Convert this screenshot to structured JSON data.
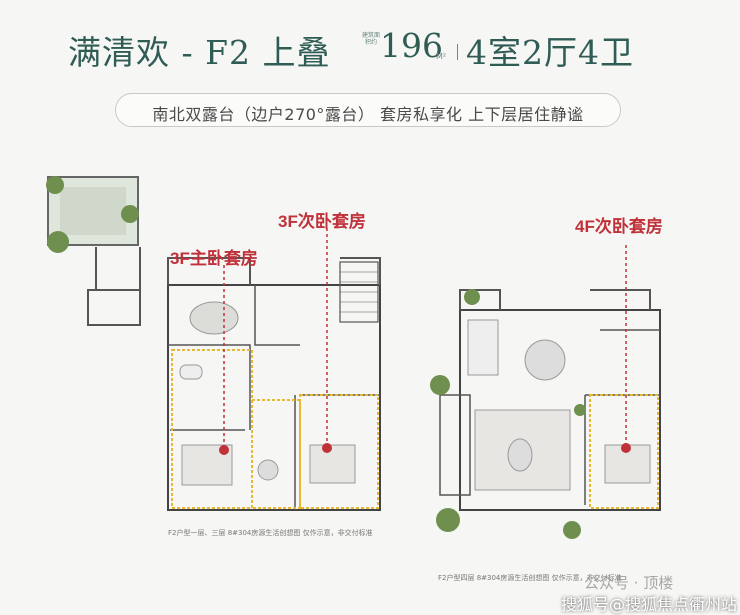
{
  "header": {
    "title": "满清欢 - F2 上叠",
    "area_label": "建筑面积约",
    "area_value": "196",
    "area_unit": "M²",
    "layout": "4室2厅4卫"
  },
  "tagline": "南北双露台（边户270°露台） 套房私享化 上下层居住静谧",
  "labels": {
    "master_3f": "3F主卧套房",
    "second_3f": "3F次卧套房",
    "suite_4f": "4F次卧套房"
  },
  "captions": {
    "left": "F2户型一层、三层    8#304房源生活创想图 仅作示意，非交付标准",
    "right": "F2户型四层    8#304房源生活创想图 仅作示意，非交付标准"
  },
  "watermarks": {
    "wechat": "公众号 · 顶楼",
    "sohu": "搜狐号@搜狐焦点衢州站"
  },
  "colors": {
    "title": "#2f5c55",
    "accent_red": "#c0313a",
    "highlight_dash": "#e8b830"
  }
}
